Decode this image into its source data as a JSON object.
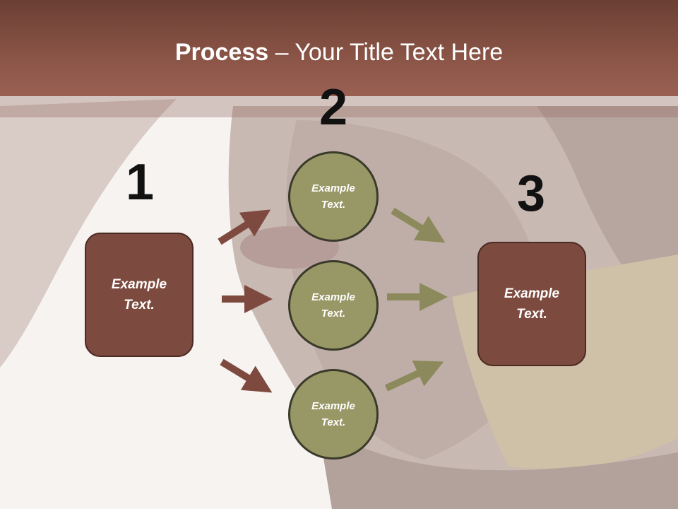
{
  "title": {
    "strong": "Process",
    "rest": " – Your Title Text Here"
  },
  "steps": {
    "one": "1",
    "two": "2",
    "three": "3"
  },
  "left_box": {
    "text": "Example Text."
  },
  "right_box": {
    "text": "Example Text."
  },
  "circles": [
    {
      "text": "Example Text."
    },
    {
      "text": "Example Text."
    },
    {
      "text": "Example Text."
    }
  ],
  "colors": {
    "header": "#8a5446",
    "box": "#7c4a3e",
    "circle": "#989766",
    "arrow_left": "#7e4a3f",
    "arrow_right": "#8c8a5c"
  }
}
